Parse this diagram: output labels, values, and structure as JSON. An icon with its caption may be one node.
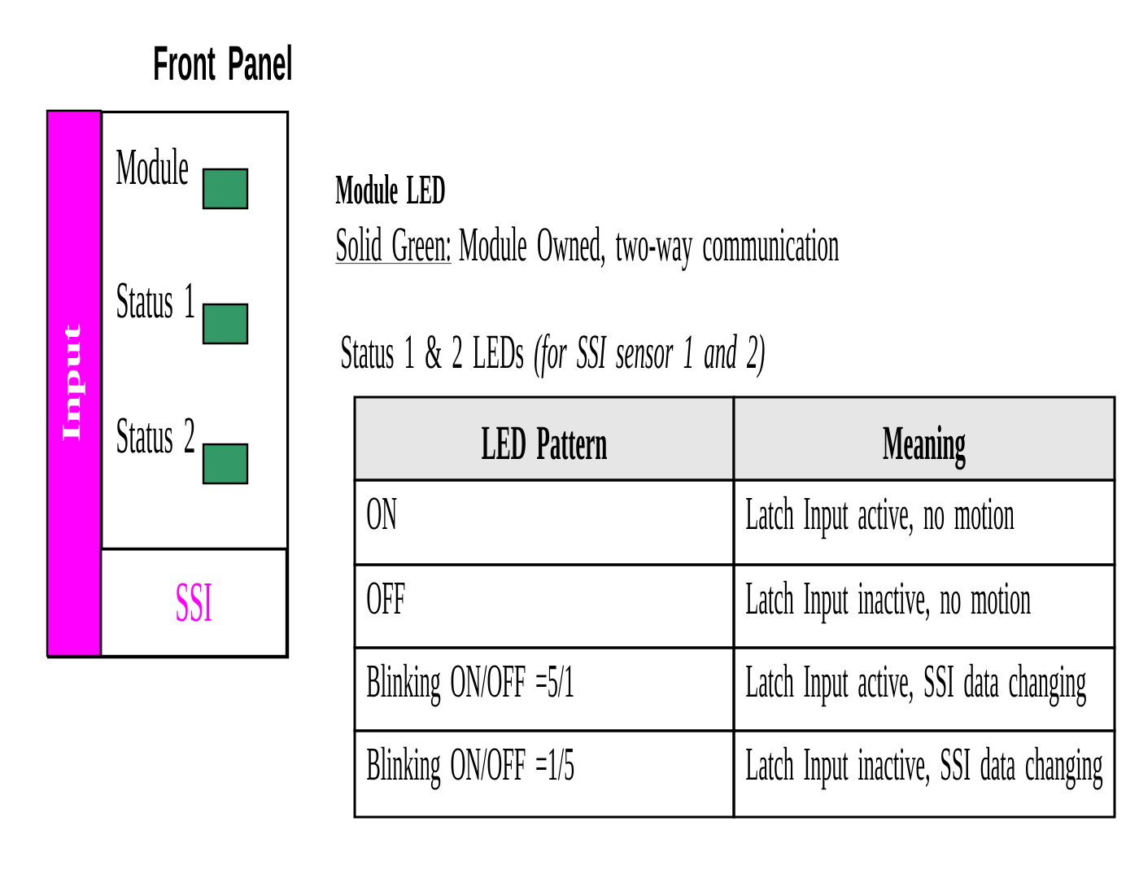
{
  "diagram": {
    "nodes": [
      {
        "text": [
          "Front Panel"
        ]
      },
      {
        "text": [
          "Input"
        ],
        "in": 0
      },
      {
        "text": [
          "Module",
          "Status 1",
          "Status 2"
        ],
        "in": 0
      },
      {
        "text": [
          "SSI"
        ],
        "in": 0
      }
    ],
    "labels": [
      "Module LED",
      "Solid Green:",
      "Module Owned, two-way communication",
      "Status 1 & 2 LEDs *(for SSI sensor 1 and 2)*",
      "LED Pattern",
      "Meaning",
      "ON",
      "Latch Input active, no motion",
      "OFF",
      "Latch Input inactive, no motion",
      "Blinking ON/OFF =5/1",
      "Latch Input active, SSI data changing",
      "Blinking ON/OFF =1/5",
      "Latch Input inactive, SSI data changing"
    ]
  }
}
